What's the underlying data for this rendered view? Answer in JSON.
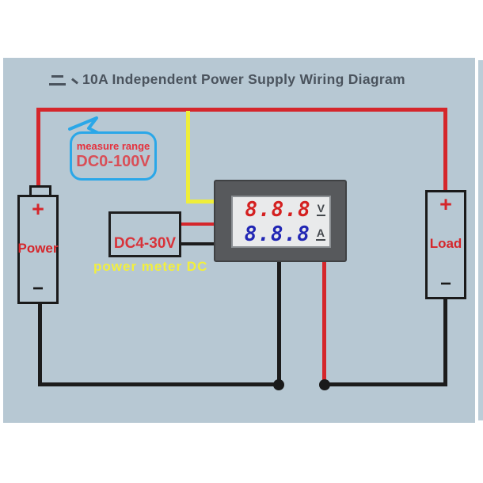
{
  "page": {
    "title_prefix": "二、",
    "title": "10A Independent Power Supply Wiring Diagram"
  },
  "callout": {
    "line1": "measure range",
    "line2": "DC0-100V"
  },
  "power_supply": {
    "plus": "+",
    "label": "Power",
    "minus": "−"
  },
  "load": {
    "plus": "+",
    "label": "Load",
    "minus": "−"
  },
  "supply_box": {
    "label": "DC4-30V"
  },
  "meter": {
    "caption": "power meter DC",
    "volt_value": "8.8.8",
    "volt_unit": "V",
    "amp_value": "8.8.8",
    "amp_unit": "A"
  },
  "colors": {
    "background_panel": "#b7c8d3",
    "wire_red": "#d5262b",
    "wire_yellow": "#efee3a",
    "wire_black": "#1c1c1c",
    "title_text": "#4a535d",
    "callout_border": "#2aa7e8",
    "callout_text": "#e5323e",
    "digit_red": "#d42020",
    "digit_blue": "#2126b4",
    "caption_yellow": "#f2ef3d"
  }
}
